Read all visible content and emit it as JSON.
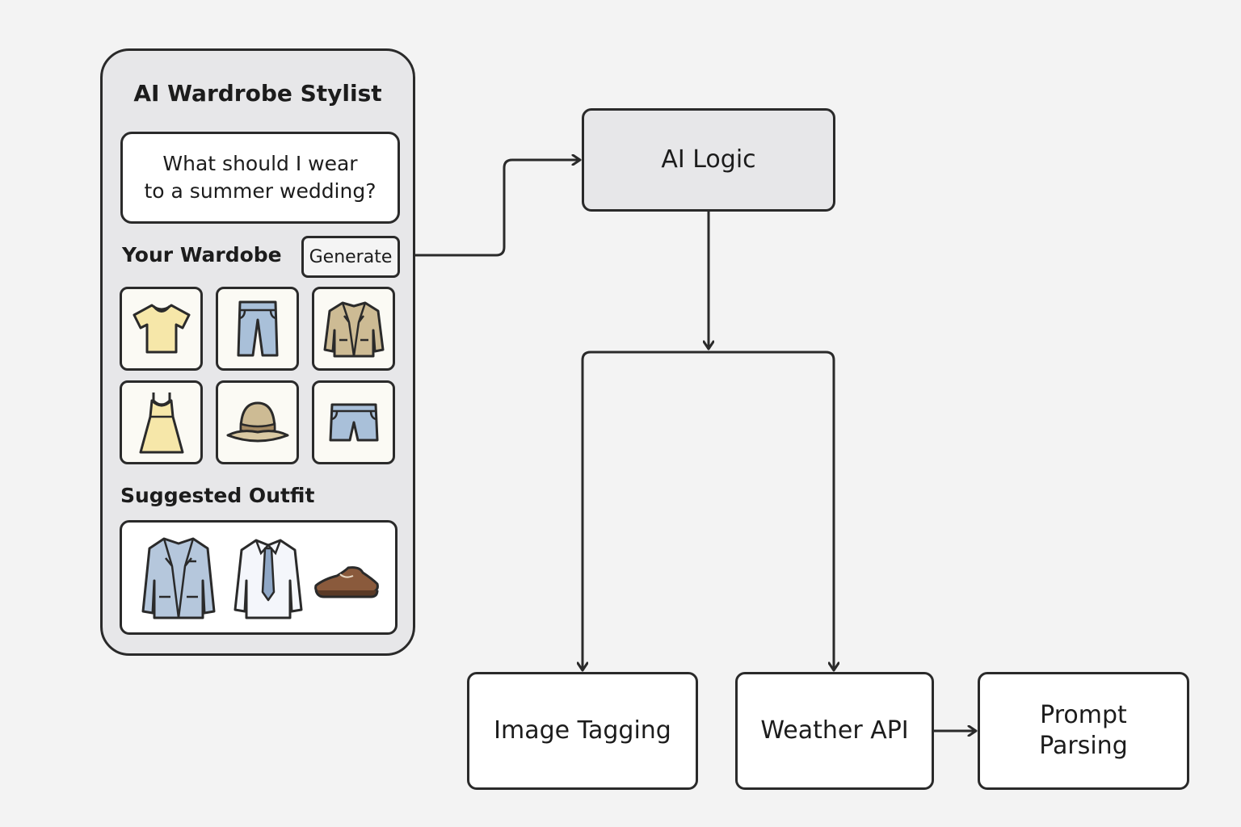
{
  "app": {
    "title": "AI Wardrobe Stylist",
    "prompt_lines": [
      "What should I wear",
      "to a summer wedding?"
    ],
    "wardrobe_label": "Your Wardobe",
    "generate_label": "Generate",
    "suggested_label": "Suggested Outfit",
    "wardrobe_items": [
      "t-shirt-icon",
      "jeans-icon",
      "blazer-icon",
      "dress-icon",
      "sun-hat-icon",
      "shorts-icon"
    ],
    "outfit_items": [
      "suit-jacket-icon",
      "dress-shirt-tie-icon",
      "dress-shoe-icon"
    ]
  },
  "flow": {
    "ai_logic": "AI Logic",
    "image_tagging": "Image Tagging",
    "weather_api": "Weather API",
    "prompt_parsing_lines": [
      "Prompt",
      "Parsing"
    ]
  },
  "colors": {
    "stroke": "#2a2a2a",
    "panel": "#e7e7e9",
    "tile": "#fbfaf4",
    "cream": "#f6e7a9",
    "denim": "#a9c0d9",
    "khaki": "#cdbb94",
    "suit": "#b5c7dc",
    "shoe": "#8a5a3c"
  }
}
